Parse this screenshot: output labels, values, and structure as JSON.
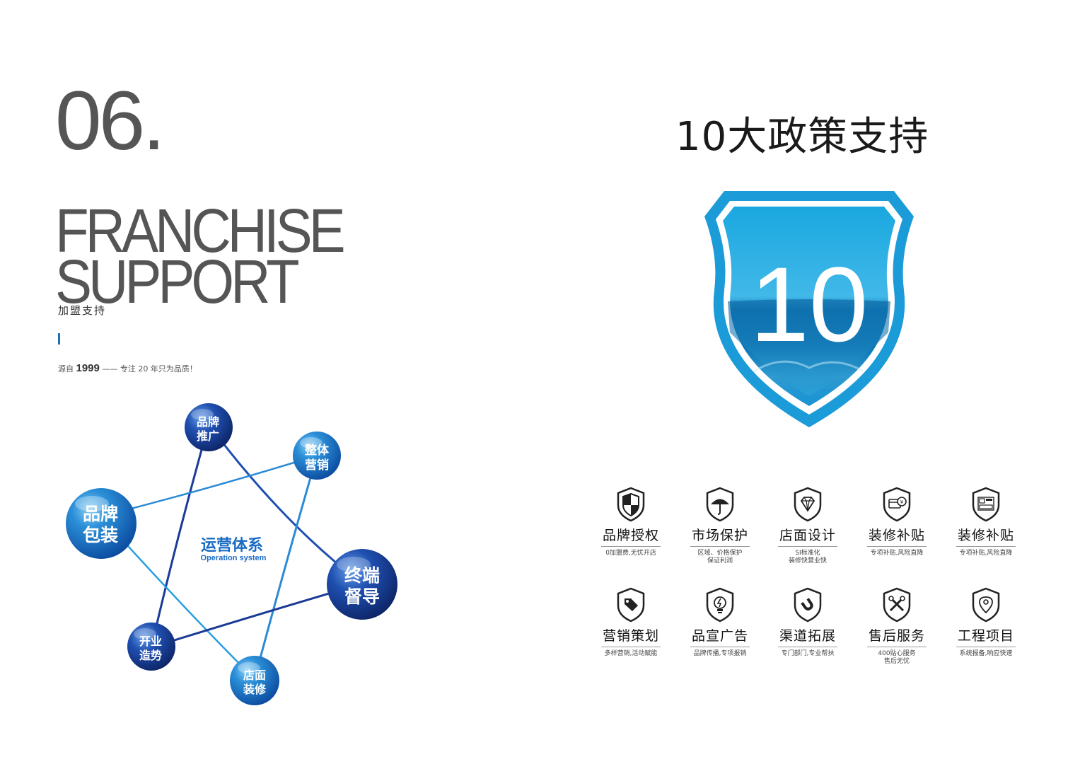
{
  "left_page": {
    "chapter_number": "06.",
    "headline_line1": "FRANCHISE",
    "headline_line2": "SUPPORT",
    "subheading": "加盟支持",
    "tagline_prefix": "源自",
    "tagline_year": "1999",
    "tagline_suffix": "—— 专注 20 年只为品质！",
    "system": {
      "center_cn": "运营体系",
      "center_en": "Operation system",
      "nodes": [
        {
          "line1": "品牌",
          "line2": "推广"
        },
        {
          "line1": "整体",
          "line2": "营销"
        },
        {
          "line1": "品牌",
          "line2": "包装"
        },
        {
          "line1": "终端",
          "line2": "督导"
        },
        {
          "line1": "开业",
          "line2": "造势"
        },
        {
          "line1": "店面",
          "line2": "装修"
        }
      ]
    }
  },
  "right_page": {
    "title": "10大政策支持",
    "shield_number": "10",
    "policies": [
      {
        "icon": "shield-half-icon",
        "title": "品牌授权",
        "desc": "0加盟费,无忧开店"
      },
      {
        "icon": "umbrella-icon",
        "title": "市场保护",
        "desc": "区域、价格保护\n保证利润"
      },
      {
        "icon": "diamond-icon",
        "title": "店面设计",
        "desc": "SI标准化\n装修快营业快"
      },
      {
        "icon": "money-card-icon",
        "title": "装修补贴",
        "desc": "专项补贴,风险直降"
      },
      {
        "icon": "store-layout-icon",
        "title": "装修补贴",
        "desc": "专项补贴,风险直降"
      },
      {
        "icon": "tag-icon",
        "title": "营销策划",
        "desc": "多样营销,活动赋能"
      },
      {
        "icon": "lightbulb-icon",
        "title": "品宣广告",
        "desc": "品牌传播,专项报销"
      },
      {
        "icon": "magnet-icon",
        "title": "渠道拓展",
        "desc": "专门部门,专业帮扶"
      },
      {
        "icon": "tools-icon",
        "title": "售后服务",
        "desc": "400贴心服务\n售后无忧"
      },
      {
        "icon": "location-pin-icon",
        "title": "工程项目",
        "desc": "系统报备,响应快速"
      }
    ]
  },
  "colors": {
    "brand_blue": "#1a6cc4",
    "dark_navy": "#13317a",
    "shield_blue": "#1aa3dc",
    "text_gray": "#555555"
  }
}
